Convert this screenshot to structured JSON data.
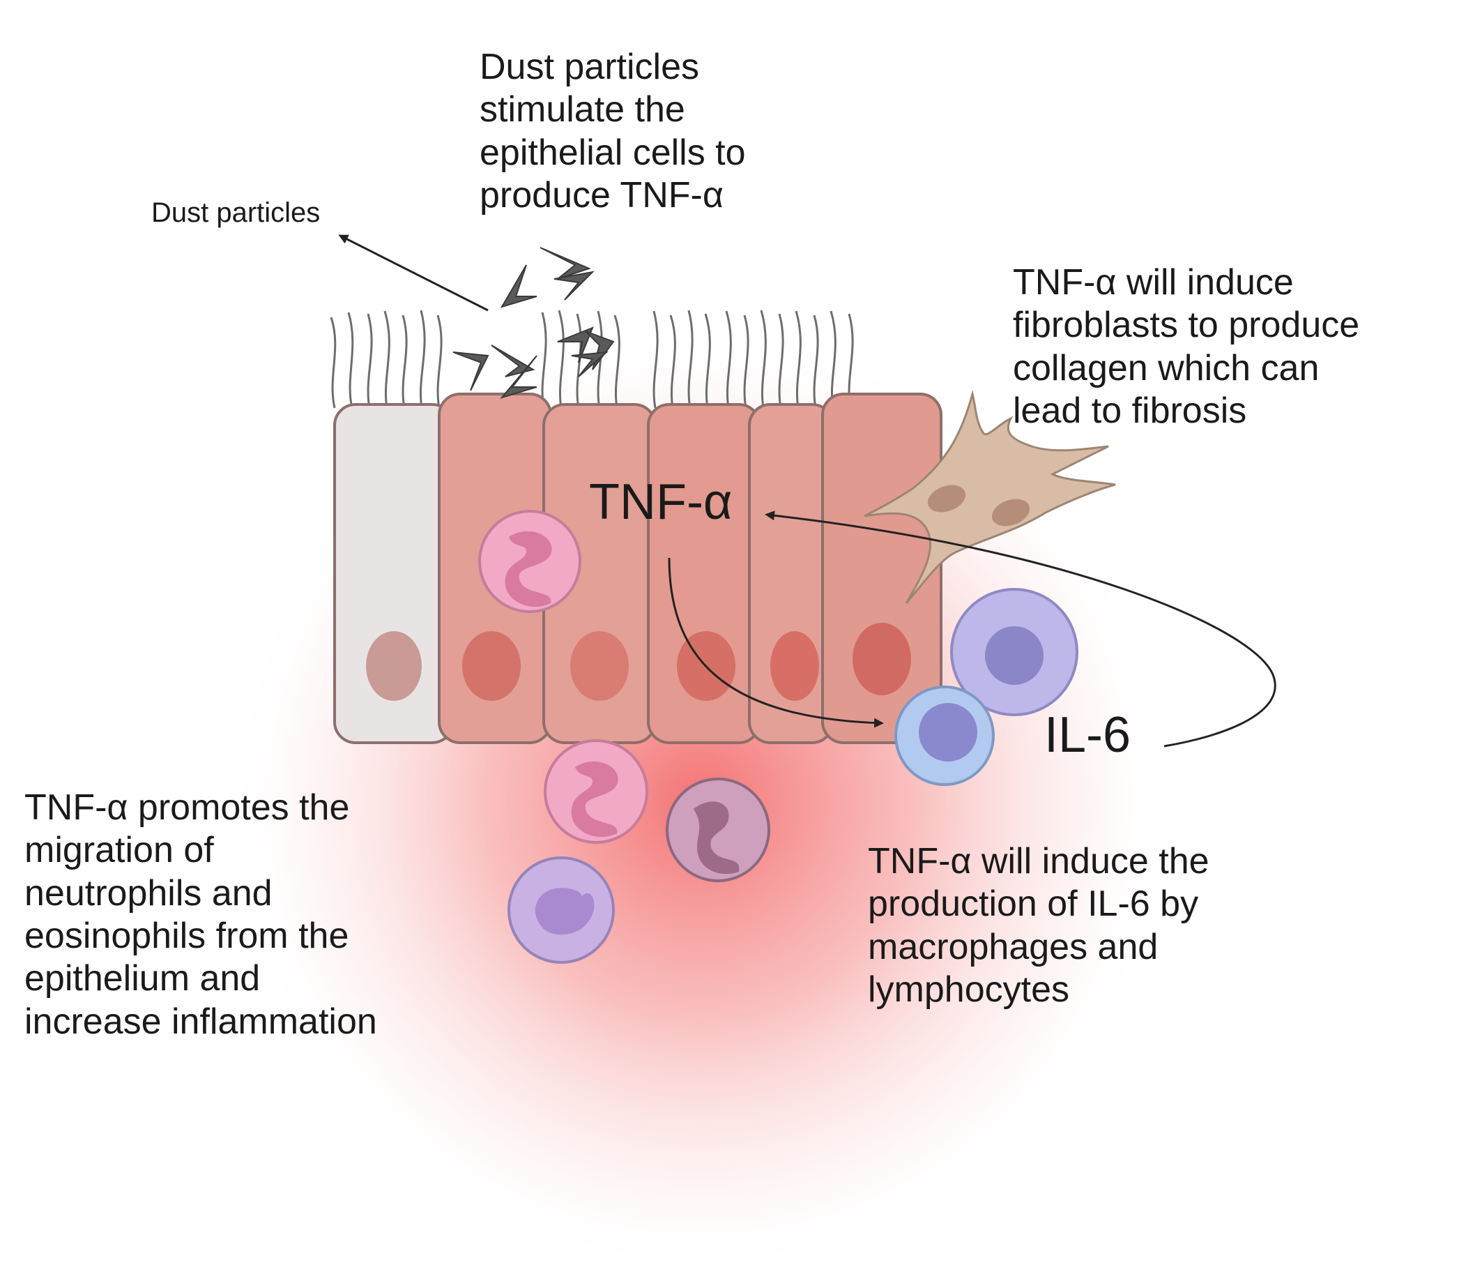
{
  "labels": {
    "dust_particles": "Dust particles",
    "stimulate": "Dust particles\nstimulate the\nepithelial cells to\nproduce TNF-α",
    "fibroblast_note": "TNF-α will induce\nfibroblasts to produce\ncollagen which can\nlead to fibrosis",
    "tnf": "TNF-α",
    "il6": "IL-6",
    "migration_note": "TNF-α promotes the\nmigration of\nneutrophils and\neosinophils from the\nepithelium and\nincrease inflammation",
    "il6_note": "TNF-α will induce the\nproduction of IL-6 by\nmacrophages and\nlymphocytes"
  },
  "colors": {
    "inflammation_glow": "#f56a6a",
    "epithelial_cell": "#e8a59b",
    "epithelial_cell_pale": "#e8e6e6",
    "nucleus": "#cf6f66",
    "fibroblast": "#d9bda6",
    "neutrophil": "#efa3c0",
    "eosinophil": "#c89ab5",
    "macrophage": "#b9b3e6",
    "lymphocyte": "#a9c6ef",
    "monocyte": "#c6b0e4",
    "dust": "#555555",
    "arrow": "#222222"
  }
}
